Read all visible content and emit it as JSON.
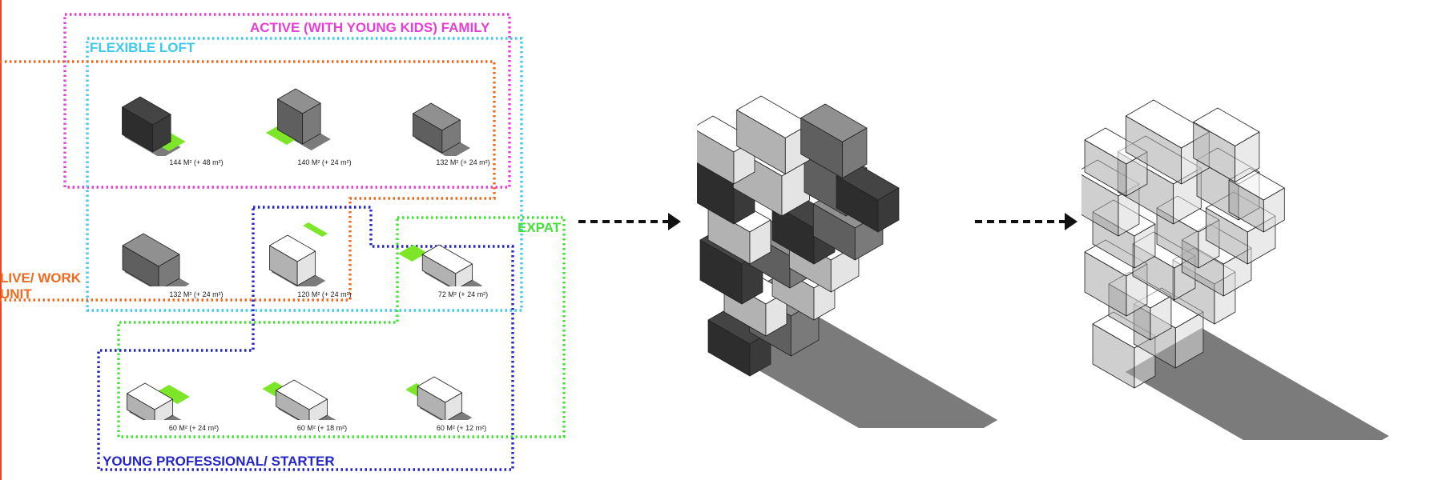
{
  "colors": {
    "active_family": "#e63fd6",
    "flexible_loft": "#3fc9ef",
    "live_work": "#ef6a1f",
    "expat": "#46e03a",
    "young_professional": "#2424c8",
    "terrace": "#7ee628",
    "dark_block": "#3a3a3a",
    "mid_block": "#7a7a7a",
    "light_block": "#e4e4e4",
    "shadow": "#7b7b7b"
  },
  "groups": {
    "active_family": "ACTIVE (WITH YOUNG KIDS) FAMILY",
    "flexible_loft": "FLEXIBLE LOFT",
    "live_work_line1": "LIVE/ WORK",
    "live_work_line2": "UNIT",
    "expat": "EXPAT",
    "young_professional": "YOUNG PROFESSIONAL/ STARTER"
  },
  "units": [
    {
      "area": "144 M² (+ 48 m²)",
      "tone": "dark"
    },
    {
      "area": "140 M² (+ 24 m²)",
      "tone": "mid"
    },
    {
      "area": "132 M² (+ 24 m²)",
      "tone": "mid"
    },
    {
      "area": "132 M² (+ 24 m²)",
      "tone": "mid"
    },
    {
      "area": "120 M² (+ 24 m²)",
      "tone": "light"
    },
    {
      "area": "72 M² (+ 24 m²)",
      "tone": "light"
    },
    {
      "area": "60 M² (+ 24 m²)",
      "tone": "light"
    },
    {
      "area": "60 M² (+ 18 m²)",
      "tone": "light"
    },
    {
      "area": "60 M² (+ 12 m²)",
      "tone": "light"
    }
  ]
}
